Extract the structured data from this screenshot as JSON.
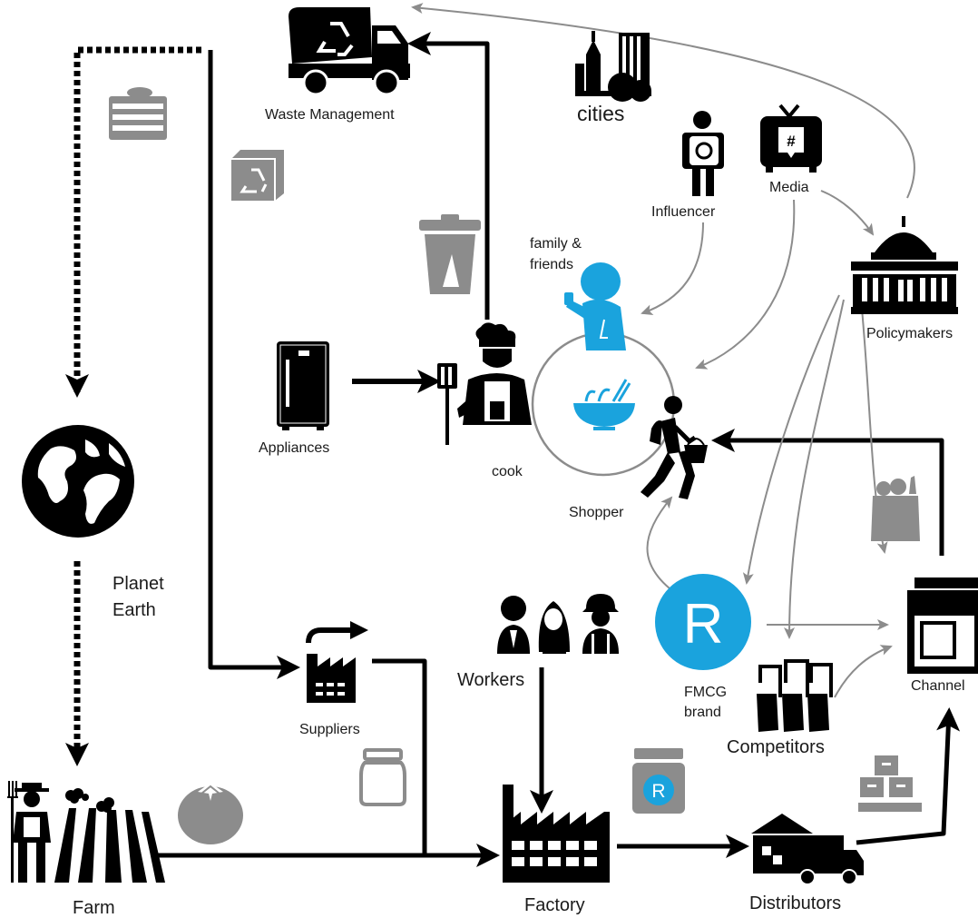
{
  "colors": {
    "flow": "#000000",
    "influence": "#8c8c8c",
    "accent": "#1aa3dd",
    "secondary_icon": "#8c8c8c"
  },
  "nodes": {
    "waste_management": "Waste Management",
    "cities": "cities",
    "influencer": "Influencer",
    "media": "Media",
    "family_friends_line1": "family &",
    "family_friends_line2": "friends",
    "policymakers": "Policymakers",
    "appliances": "Appliances",
    "cook": "cook",
    "shopper": "Shopper",
    "planet_line1": "Planet",
    "planet_line2": "Earth",
    "workers": "Workers",
    "fmcg_line1": "FMCG",
    "fmcg_line2": "brand",
    "channel": "Channel",
    "suppliers": "Suppliers",
    "competitors": "Competitors",
    "farm": "Farm",
    "factory": "Factory",
    "distributors": "Distributors"
  },
  "brand": {
    "logo_letter": "R"
  },
  "icons": [
    "garbage-truck-icon",
    "compost-bin-icon",
    "recycle-box-icon",
    "trash-bin-icon",
    "city-skyline-icon",
    "influencer-icon",
    "media-tv-icon",
    "capitol-building-icon",
    "family-person-icon",
    "refrigerator-icon",
    "chef-icon",
    "food-bowl-icon",
    "shopper-icon",
    "shopping-bag-icon",
    "globe-icon",
    "storefront-icon",
    "workers-icon",
    "brand-logo-icon",
    "competitors-hands-icon",
    "supplier-factory-icon",
    "jar-icon",
    "branded-jar-icon",
    "boxes-icon",
    "tomato-icon",
    "farmer-icon",
    "factory-icon",
    "delivery-truck-icon"
  ]
}
